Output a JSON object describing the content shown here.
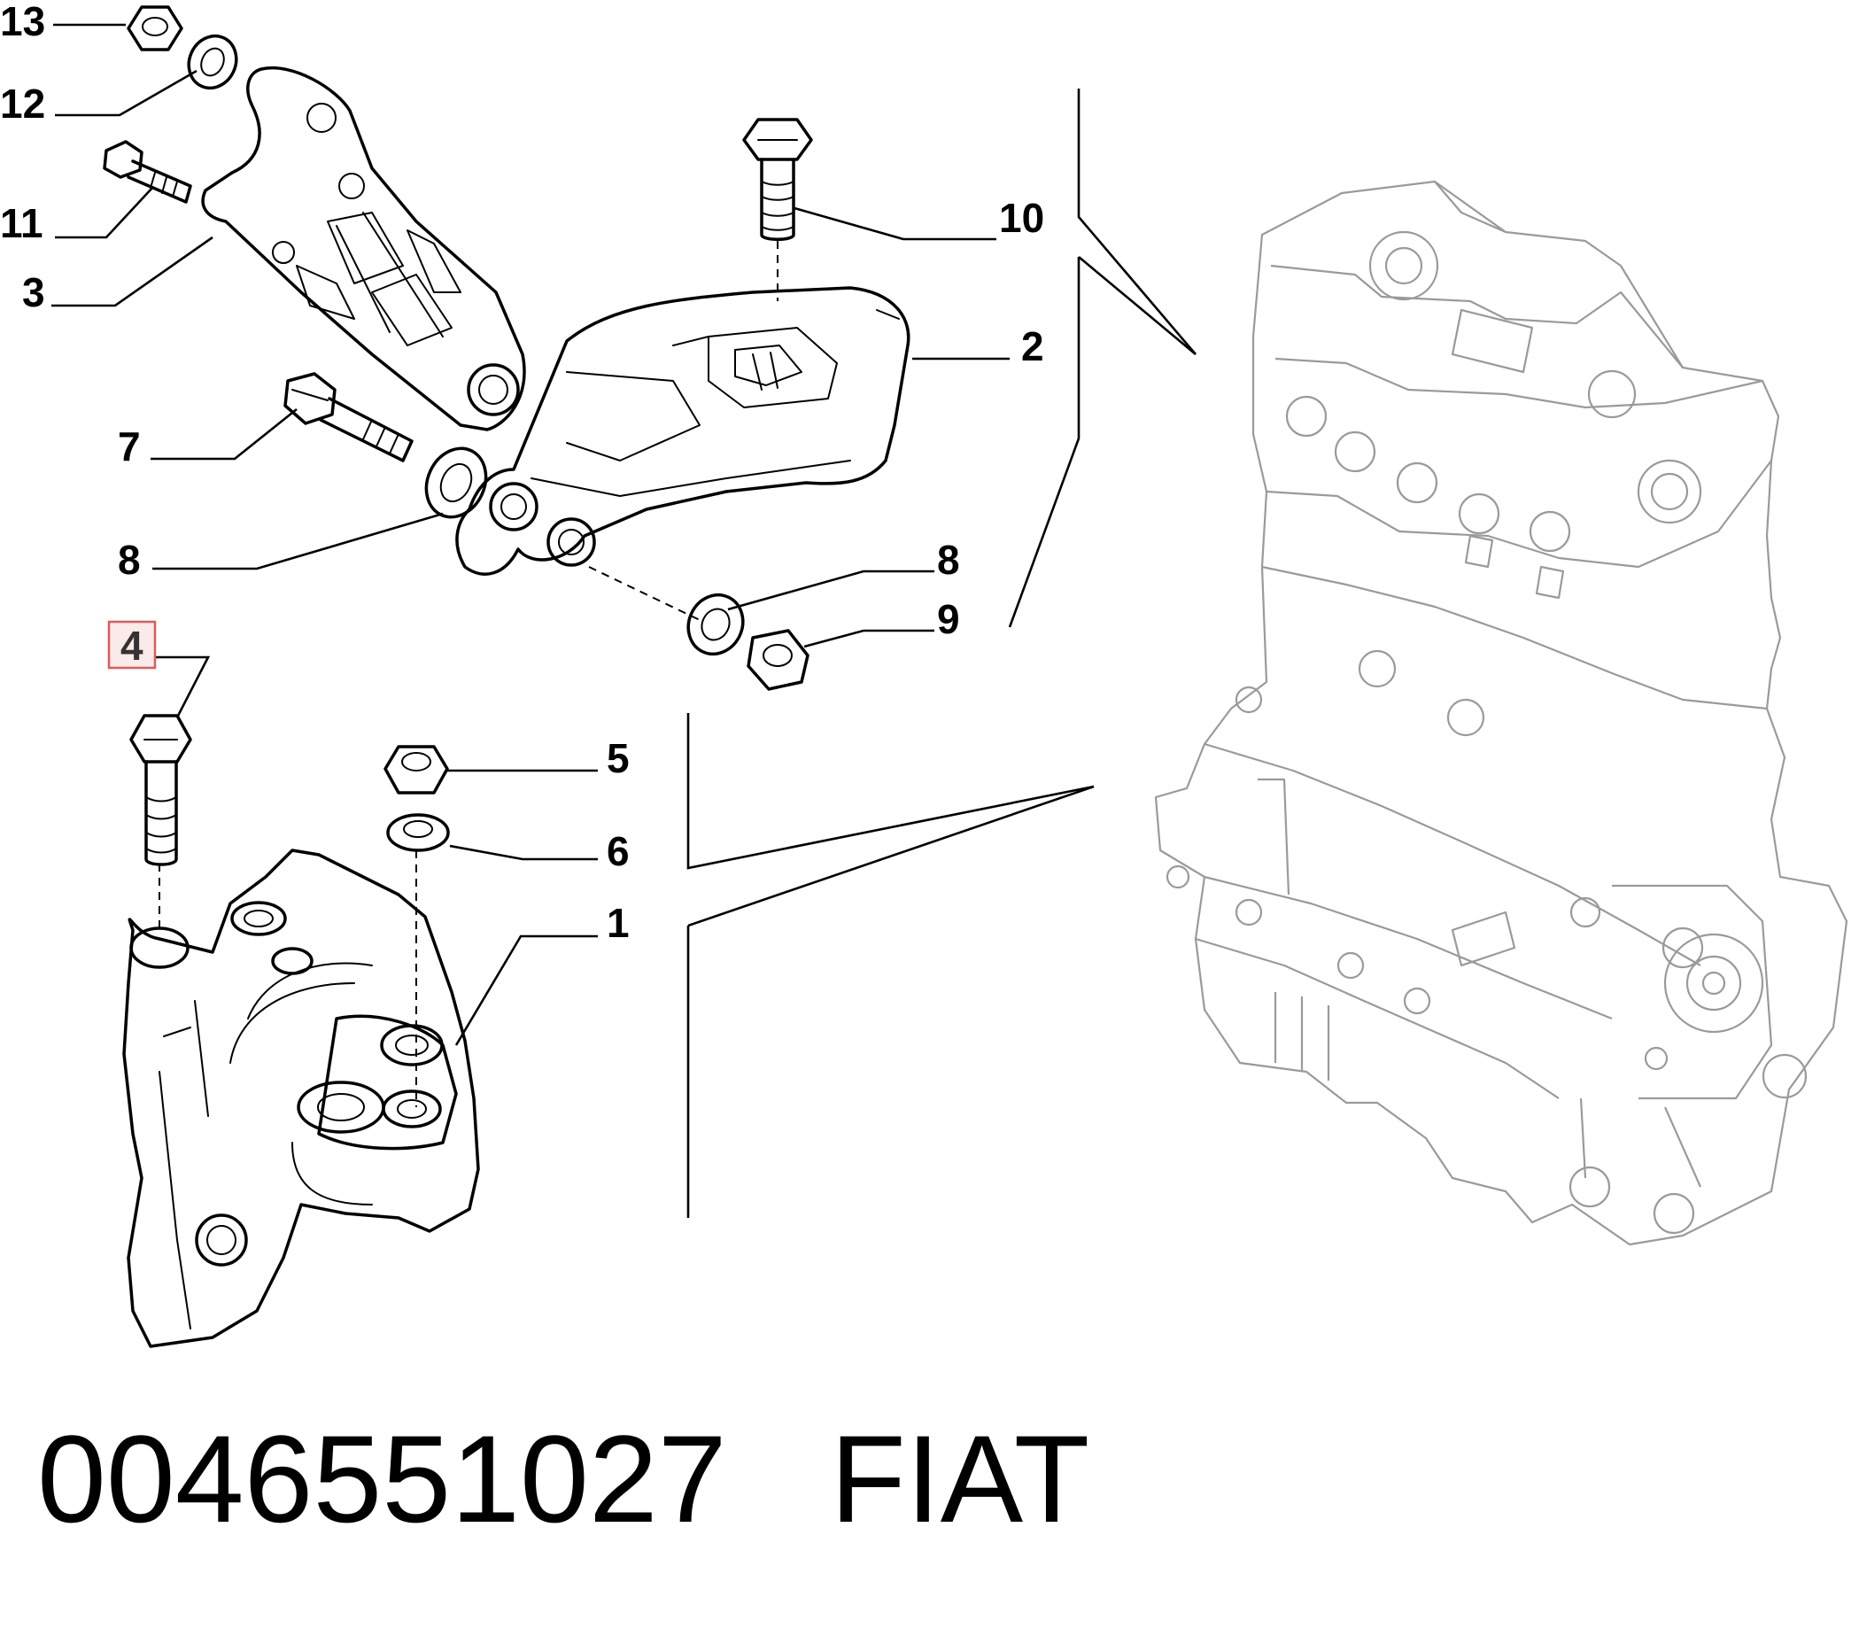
{
  "callouts": {
    "c1": "1",
    "c2": "2",
    "c3": "3",
    "c4": "4",
    "c5": "5",
    "c6": "6",
    "c7": "7",
    "c8a": "8",
    "c8b": "8",
    "c9": "9",
    "c10": "10",
    "c11": "11",
    "c12": "12",
    "c13": "13"
  },
  "highlighted_callout": "4",
  "highlight_color": "#e05a5a",
  "footer": {
    "part_number": "0046551027",
    "brand": "FIAT"
  }
}
